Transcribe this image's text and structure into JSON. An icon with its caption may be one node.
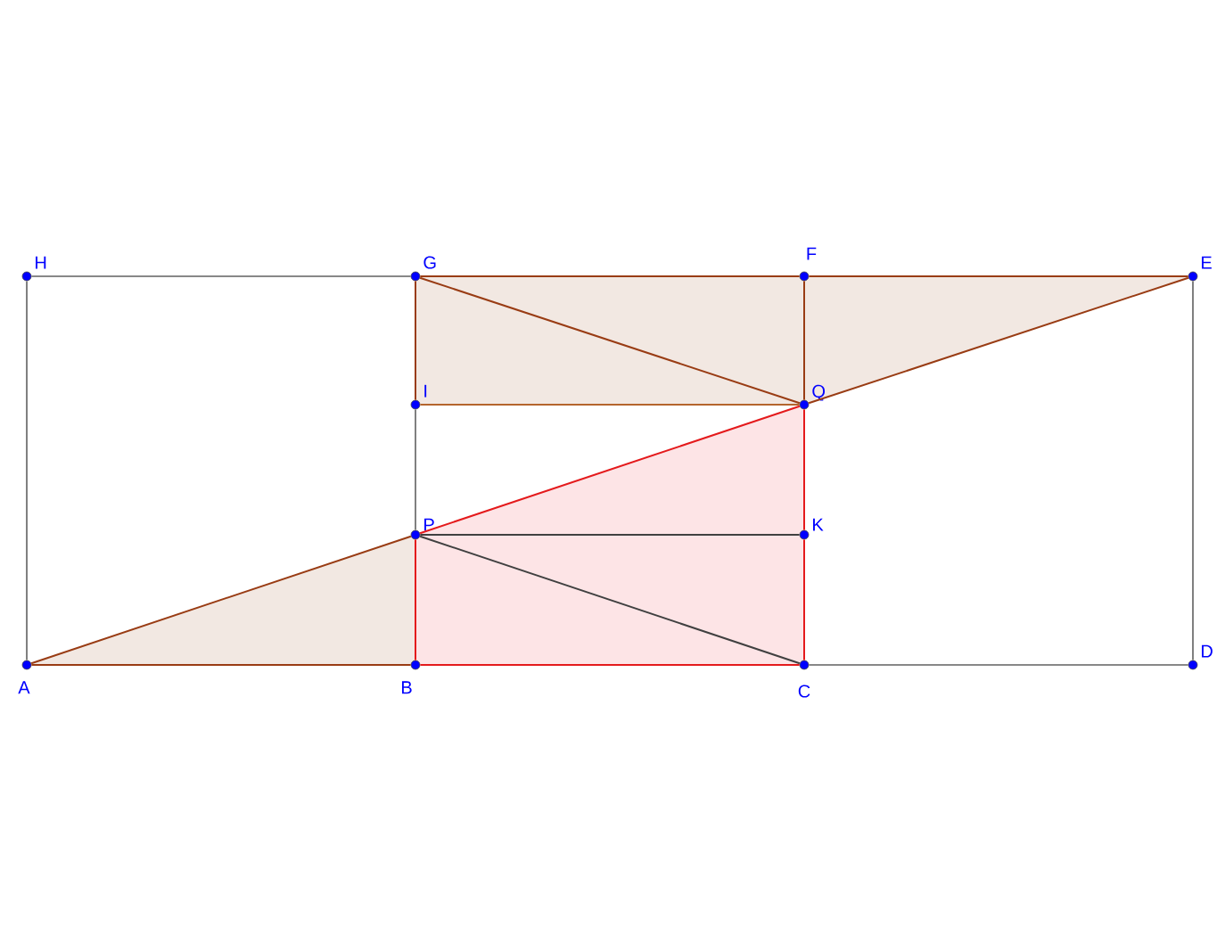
{
  "diagram": {
    "nodes": [
      {
        "text": [],
        "shape": "circle",
        "beside": [
          "H"
        ]
      },
      {
        "text": [],
        "shape": "circle",
        "beside": [
          "G"
        ]
      },
      {
        "text": [],
        "shape": "circle",
        "beside": [
          "F"
        ]
      },
      {
        "text": [],
        "shape": "circle",
        "beside": [
          "E"
        ]
      },
      {
        "text": [],
        "shape": "circle",
        "beside": [
          "I"
        ]
      },
      {
        "text": [],
        "shape": "circle",
        "beside": [
          "Q"
        ]
      },
      {
        "text": [],
        "shape": "circle",
        "beside": [
          "P"
        ]
      },
      {
        "text": [],
        "shape": "circle",
        "beside": [
          "K"
        ]
      },
      {
        "text": [],
        "shape": "circle",
        "beside": [
          "A"
        ]
      },
      {
        "text": [],
        "shape": "circle",
        "beside": [
          "B"
        ]
      },
      {
        "text": [],
        "shape": "circle",
        "beside": [
          "C"
        ]
      },
      {
        "text": [],
        "shape": "circle",
        "beside": [
          "D"
        ]
      }
    ],
    "edges": [
      {
        "from": 0,
        "to": 1,
        "arrow": "none",
        "color": "#606060"
      },
      {
        "from": 1,
        "to": 2,
        "arrow": "none"
      },
      {
        "from": 2,
        "to": 3,
        "arrow": "none"
      },
      {
        "from": 1,
        "to": 5,
        "arrow": "none"
      },
      {
        "from": 5,
        "to": 3,
        "arrow": "none"
      },
      {
        "from": 0,
        "to": 8,
        "arrow": "none",
        "color": "#606060"
      },
      {
        "from": 3,
        "to": 11,
        "arrow": "none",
        "color": "#606060"
      },
      {
        "from": 1,
        "to": 4,
        "arrow": "none"
      },
      {
        "from": 4,
        "to": 6,
        "arrow": "none",
        "color": "#606060"
      },
      {
        "from": 6,
        "to": 9,
        "arrow": "none",
        "color": "#e41a1c"
      },
      {
        "from": 2,
        "to": 5,
        "arrow": "none"
      },
      {
        "from": 5,
        "to": 7,
        "arrow": "none",
        "color": "#e41a1c"
      },
      {
        "from": 7,
        "to": 10,
        "arrow": "none",
        "color": "#e41a1c"
      },
      {
        "from": 4,
        "to": 5,
        "arrow": "none",
        "color": "#b5652d"
      },
      {
        "from": 6,
        "to": 5,
        "arrow": "none",
        "color": "#e41a1c"
      },
      {
        "from": 6,
        "to": 7,
        "arrow": "none",
        "color": "#404040"
      },
      {
        "from": 6,
        "to": 10,
        "arrow": "none",
        "color": "#404040"
      },
      {
        "from": 8,
        "to": 6,
        "arrow": "none"
      },
      {
        "from": 8,
        "to": 9,
        "arrow": "none"
      },
      {
        "from": 9,
        "to": 10,
        "arrow": "none",
        "color": "#e41a1c"
      },
      {
        "from": 10,
        "to": 11,
        "arrow": "none",
        "color": "#606060"
      }
    ]
  }
}
